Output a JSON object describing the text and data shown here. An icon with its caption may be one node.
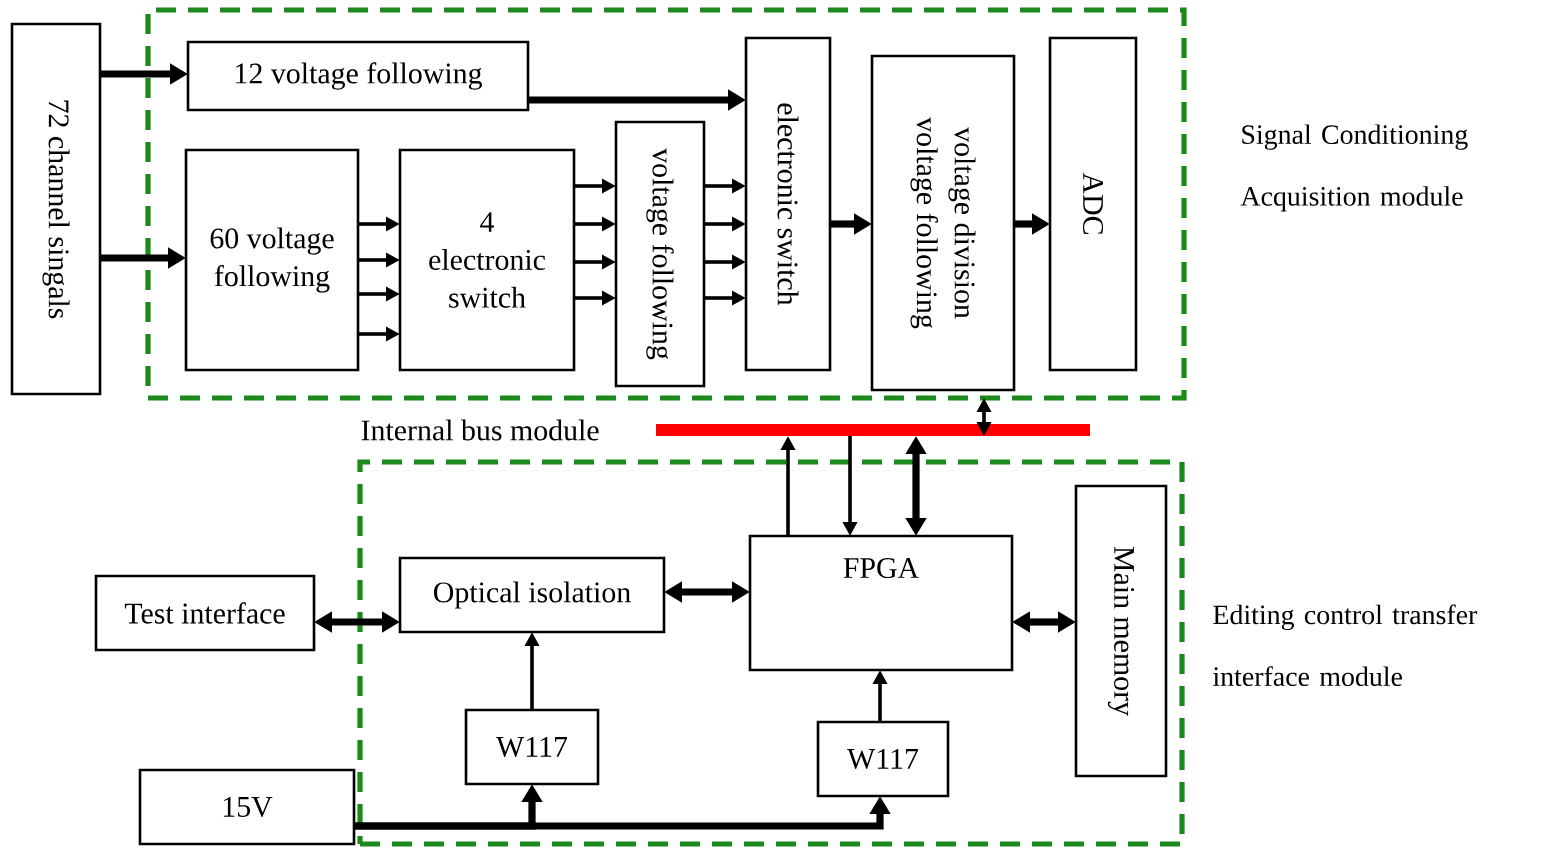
{
  "diagram": {
    "nodes": [
      {
        "text": [
          "72 channel singals"
        ]
      },
      {
        "text": [
          "Signal Conditioning Acquisition module"
        ]
      },
      {
        "text": [
          "12 voltage following"
        ],
        "in": 1
      },
      {
        "text": [
          "60 voltage following"
        ],
        "in": 1
      },
      {
        "text": [
          "4 electronic switch"
        ],
        "in": 1
      },
      {
        "text": [
          "voltage following"
        ],
        "in": 1
      },
      {
        "text": [
          "electronic switch"
        ],
        "in": 1
      },
      {
        "text": [
          "voltage division voltage following"
        ],
        "in": 1
      },
      {
        "text": [
          "ADC"
        ],
        "in": 1
      },
      {
        "text": [],
        "shape": "bar",
        "beside": [
          "Internal bus module"
        ]
      },
      {
        "text": [
          "Editing control transfer interface module"
        ]
      },
      {
        "text": [
          "Test interface"
        ]
      },
      {
        "text": [
          "Optical isolation"
        ],
        "in": 10
      },
      {
        "text": [
          "FPGA"
        ],
        "in": 10
      },
      {
        "text": [
          "Main memory"
        ],
        "in": 10
      },
      {
        "text": [
          "W117"
        ],
        "in": 10
      },
      {
        "text": [
          "W117"
        ],
        "in": 10
      },
      {
        "text": [
          "15V"
        ]
      }
    ],
    "edges": [
      {
        "from": 0,
        "to": 2,
        "arrow": "to",
        "style": "thick"
      },
      {
        "from": 0,
        "to": 3,
        "arrow": "to",
        "style": "thick"
      },
      {
        "from": 2,
        "to": 6,
        "arrow": "to",
        "style": "thick"
      },
      {
        "from": 3,
        "to": 4,
        "arrow": "to"
      },
      {
        "from": 3,
        "to": 4,
        "arrow": "to"
      },
      {
        "from": 3,
        "to": 4,
        "arrow": "to"
      },
      {
        "from": 3,
        "to": 4,
        "arrow": "to"
      },
      {
        "from": 4,
        "to": 5,
        "arrow": "to"
      },
      {
        "from": 4,
        "to": 5,
        "arrow": "to"
      },
      {
        "from": 4,
        "to": 5,
        "arrow": "to"
      },
      {
        "from": 4,
        "to": 5,
        "arrow": "to"
      },
      {
        "from": 5,
        "to": 6,
        "arrow": "to"
      },
      {
        "from": 5,
        "to": 6,
        "arrow": "to"
      },
      {
        "from": 5,
        "to": 6,
        "arrow": "to"
      },
      {
        "from": 5,
        "to": 6,
        "arrow": "to"
      },
      {
        "from": 6,
        "to": 7,
        "arrow": "to",
        "style": "thick"
      },
      {
        "from": 7,
        "to": 8,
        "arrow": "to",
        "style": "thick"
      },
      {
        "from": 1,
        "to": 9,
        "arrow": "both"
      },
      {
        "from": 13,
        "to": 9,
        "arrow": "to"
      },
      {
        "from": 9,
        "to": 13,
        "arrow": "to"
      },
      {
        "from": 9,
        "to": 13,
        "arrow": "both",
        "style": "thick"
      },
      {
        "from": 11,
        "to": 12,
        "arrow": "both",
        "style": "thick"
      },
      {
        "from": 12,
        "to": 13,
        "arrow": "both",
        "style": "thick"
      },
      {
        "from": 13,
        "to": 14,
        "arrow": "both",
        "style": "thick"
      },
      {
        "from": 15,
        "to": 12,
        "arrow": "to"
      },
      {
        "from": 16,
        "to": 13,
        "arrow": "to"
      },
      {
        "from": 17,
        "to": 15,
        "arrow": "to",
        "style": "thick"
      },
      {
        "from": 17,
        "to": 16,
        "arrow": "to",
        "style": "thick"
      }
    ]
  }
}
